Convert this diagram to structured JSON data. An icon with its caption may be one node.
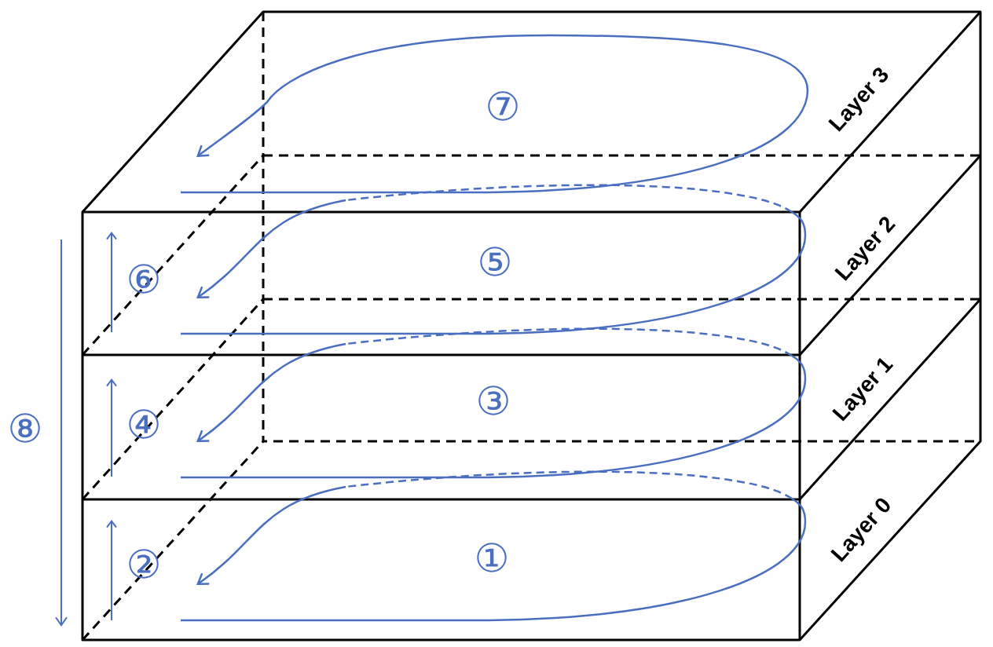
{
  "diagram": {
    "labels": [
      "⑦",
      "Layer 3",
      "⑤",
      "⑥",
      "Layer 2",
      "③",
      "Layer 1",
      "⑧",
      "④",
      "②",
      "①",
      "Layer 0"
    ]
  }
}
